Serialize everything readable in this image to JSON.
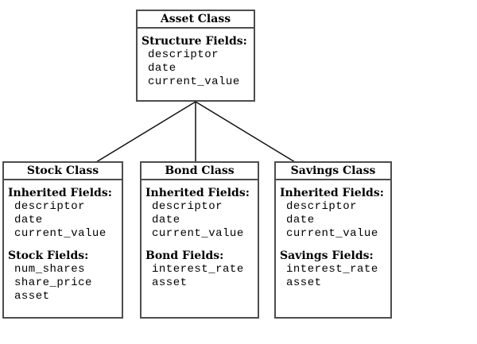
{
  "colors": {
    "border": "#4d4d4d",
    "connector": "#111111",
    "text": "#000000",
    "background": "#ffffff"
  },
  "classes": [
    {
      "id": "asset",
      "title": "Asset Class",
      "sections": [
        {
          "label": "Structure Fields:",
          "fields": [
            "descriptor",
            "date",
            "current_value"
          ]
        }
      ]
    },
    {
      "id": "stock",
      "title": "Stock Class",
      "sections": [
        {
          "label": "Inherited Fields:",
          "fields": [
            "descriptor",
            "date",
            "current_value"
          ]
        },
        {
          "label": "Stock Fields:",
          "fields": [
            "num_shares",
            "share_price",
            "asset"
          ]
        }
      ]
    },
    {
      "id": "bond",
      "title": "Bond Class",
      "sections": [
        {
          "label": "Inherited Fields:",
          "fields": [
            "descriptor",
            "date",
            "current_value"
          ]
        },
        {
          "label": "Bond Fields:",
          "fields": [
            "interest_rate",
            "asset"
          ]
        }
      ]
    },
    {
      "id": "savings",
      "title": "Savings Class",
      "sections": [
        {
          "label": "Inherited Fields:",
          "fields": [
            "descriptor",
            "date",
            "current_value"
          ]
        },
        {
          "label": "Savings Fields:",
          "fields": [
            "interest_rate",
            "asset"
          ]
        }
      ]
    }
  ],
  "connectors": [
    {
      "from": "Asset Class",
      "to": "Stock Class"
    },
    {
      "from": "Asset Class",
      "to": "Bond Class"
    },
    {
      "from": "Asset Class",
      "to": "Savings Class"
    }
  ]
}
